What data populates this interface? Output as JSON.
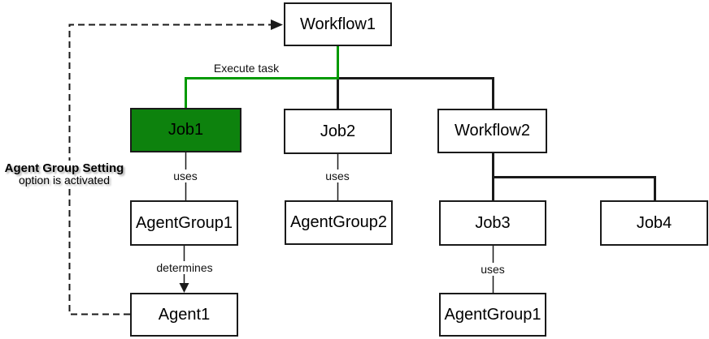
{
  "diagram_type": "workflow-hierarchy-diagram",
  "colors": {
    "background": "#ffffff",
    "box_border": "#1a1a1a",
    "box_fill": "#ffffff",
    "highlight_fill": "#0d820d",
    "green_edge": "#009900",
    "black_edge": "#1a1a1a"
  },
  "nodes": {
    "workflow1": {
      "label": "Workflow1",
      "highlighted": false
    },
    "job1": {
      "label": "Job1",
      "highlighted": true
    },
    "job2": {
      "label": "Job2",
      "highlighted": false
    },
    "workflow2": {
      "label": "Workflow2",
      "highlighted": false
    },
    "agentgroup1": {
      "label": "AgentGroup1",
      "highlighted": false
    },
    "agentgroup2": {
      "label": "AgentGroup2",
      "highlighted": false
    },
    "job3": {
      "label": "Job3",
      "highlighted": false
    },
    "job4": {
      "label": "Job4",
      "highlighted": false
    },
    "agent1": {
      "label": "Agent1",
      "highlighted": false
    },
    "agentgroup1_bottom": {
      "label": "AgentGroup1",
      "highlighted": false
    }
  },
  "edges": [
    {
      "from": "agent1",
      "to": "workflow1",
      "style": "dashed-arrow",
      "label": ""
    },
    {
      "from": "workflow1",
      "to": "job1",
      "style": "green-thick",
      "label": "Execute task"
    },
    {
      "from": "workflow1",
      "to": "job2",
      "style": "black-thick",
      "label": ""
    },
    {
      "from": "workflow1",
      "to": "workflow2",
      "style": "black-thick",
      "label": ""
    },
    {
      "from": "workflow2",
      "to": "job3",
      "style": "black-thick",
      "label": ""
    },
    {
      "from": "workflow2",
      "to": "job4",
      "style": "black-thick",
      "label": ""
    },
    {
      "from": "job1",
      "to": "agentgroup1",
      "style": "thin",
      "label": "uses"
    },
    {
      "from": "job2",
      "to": "agentgroup2",
      "style": "thin",
      "label": "uses"
    },
    {
      "from": "job3",
      "to": "agentgroup1_bottom",
      "style": "thin",
      "label": "uses"
    },
    {
      "from": "agentgroup1",
      "to": "agent1",
      "style": "thin-arrow",
      "label": "determines"
    }
  ],
  "annotation": {
    "line1": "Agent Group Setting",
    "line2": "option is activated"
  }
}
